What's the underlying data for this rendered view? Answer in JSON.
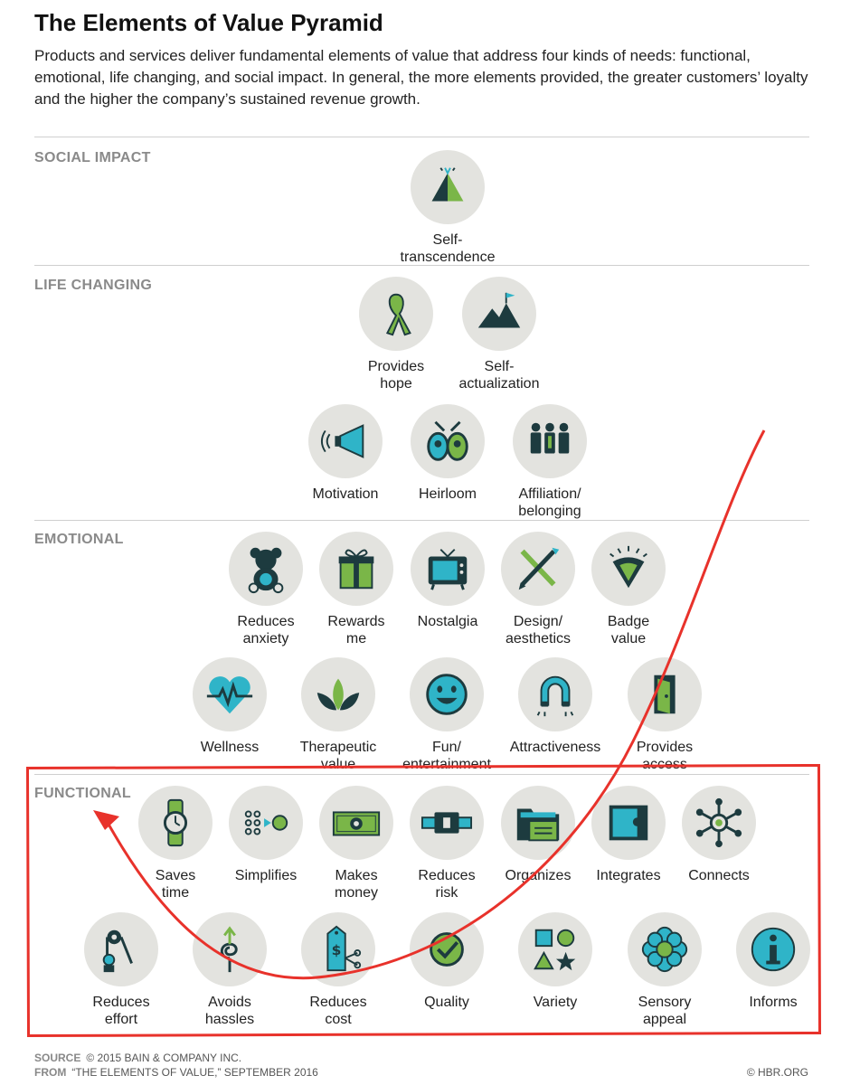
{
  "title": "The Elements of Value Pyramid",
  "intro": "Products and services deliver fundamental elements of value that address four kinds of needs: functional, emotional, life changing, and social impact. In general, the more elements provided, the greater customers’ loyalty and the higher the company’s sustained revenue growth.",
  "sections": {
    "social": "SOCIAL IMPACT",
    "life": "LIFE CHANGING",
    "emotional": "EMOTIONAL",
    "functional": "FUNCTIONAL"
  },
  "elements": {
    "self_transcendence": "Self-\ntranscendence",
    "provides_hope": "Provides\nhope",
    "self_actualization": "Self-\nactualization",
    "motivation": "Motivation",
    "heirloom": "Heirloom",
    "affiliation": "Affiliation/\nbelonging",
    "reduces_anxiety": "Reduces\nanxiety",
    "rewards_me": "Rewards\nme",
    "nostalgia": "Nostalgia",
    "design": "Design/\naesthetics",
    "badge_value": "Badge\nvalue",
    "wellness": "Wellness",
    "therapeutic": "Therapeutic\nvalue",
    "fun": "Fun/\nentertainment",
    "attractiveness": "Attractiveness",
    "provides_access": "Provides\naccess",
    "saves_time": "Saves\ntime",
    "simplifies": "Simplifies",
    "makes_money": "Makes\nmoney",
    "reduces_risk": "Reduces\nrisk",
    "organizes": "Organizes",
    "integrates": "Integrates",
    "connects": "Connects",
    "reduces_effort": "Reduces\neffort",
    "avoids_hassles": "Avoids\nhassles",
    "reduces_cost": "Reduces\ncost",
    "quality": "Quality",
    "variety": "Variety",
    "sensory_appeal": "Sensory\nappeal",
    "informs": "Informs"
  },
  "footer": {
    "source_label": "SOURCE",
    "source_text": "© 2015 BAIN & COMPANY INC.",
    "from_label": "FROM",
    "from_text": "“THE ELEMENTS OF VALUE,” SEPTEMBER 2016",
    "credit": "© HBR.ORG"
  },
  "colors": {
    "teal": "#2fb4c8",
    "green": "#7ab648",
    "dark": "#1d3b3f",
    "circle": "#e3e3df",
    "annotation_red": "#e8322b"
  }
}
